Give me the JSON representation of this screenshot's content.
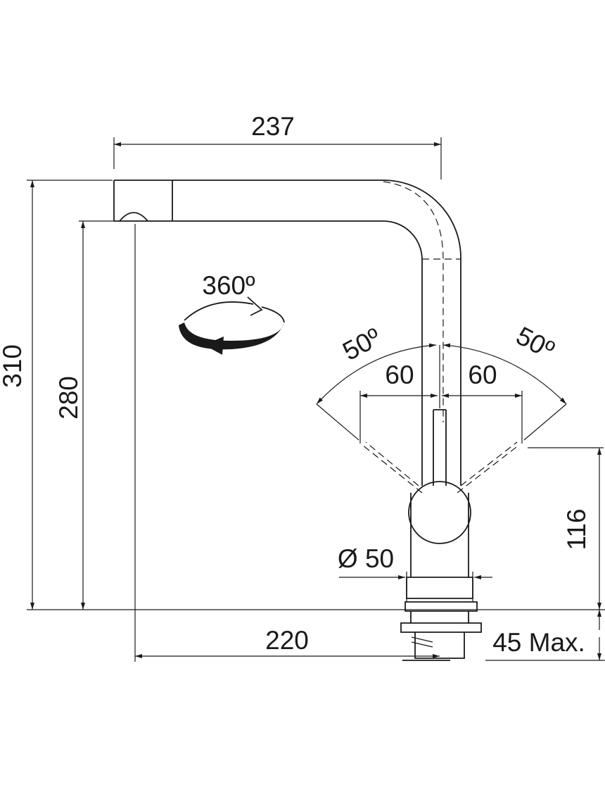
{
  "dimensions": {
    "width_overall": "237",
    "height_overall": "310",
    "height_spout": "280",
    "rotation": "360º",
    "lever_angle_left": "50º",
    "lever_angle_right": "50º",
    "lever_reach_left": "60",
    "lever_reach_right": "60",
    "lever_height": "116",
    "base_diameter": "Ø 50",
    "reach": "220",
    "deck_thickness": "45 Max."
  },
  "colors": {
    "line": "#1a1a1a",
    "background": "#ffffff"
  }
}
